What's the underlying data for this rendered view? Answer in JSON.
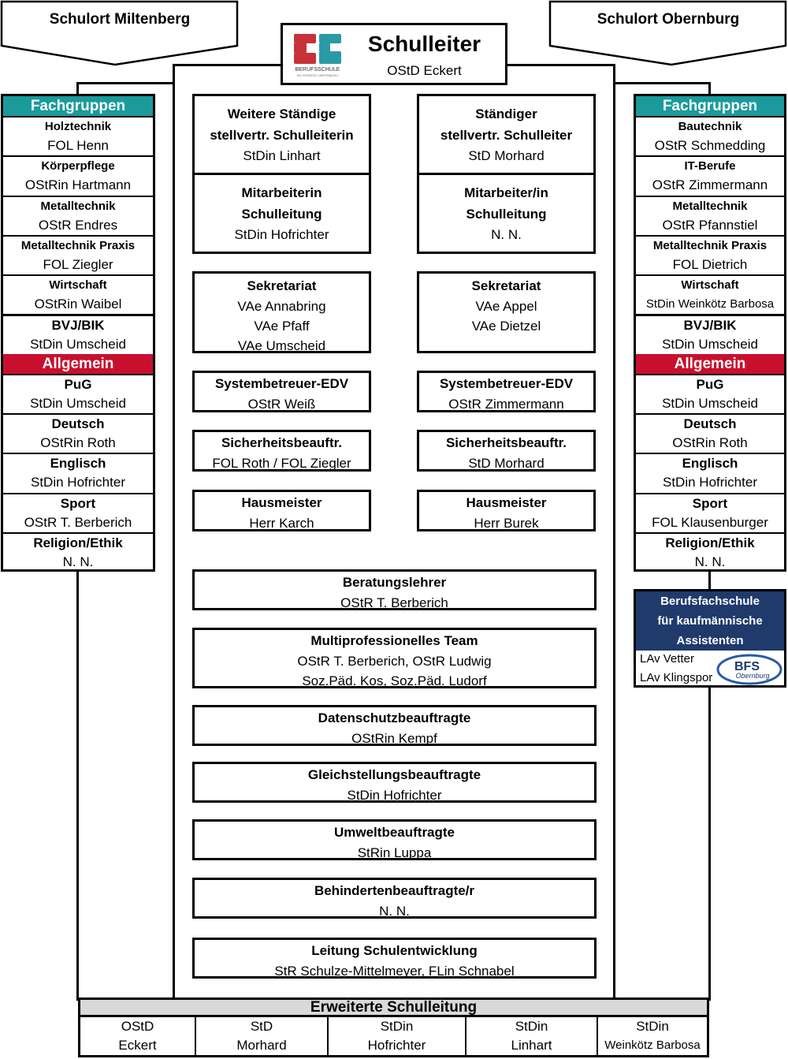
{
  "locations": {
    "left": "Schulort Miltenberg",
    "right": "Schulort Obernburg"
  },
  "head": {
    "title": "Schulleiter",
    "name": "OStD Eckert",
    "logo_alt": "Berufsschule Miltenberg-Obernburg"
  },
  "left_col": [
    {
      "title": "Weitere Ständige stellvertr.  Schulleiterin",
      "title1": "Weitere Ständige",
      "title2": "stellvertr.  Schulleiterin",
      "name": "StDin Linhart"
    },
    {
      "title1": "Mitarbeiterin",
      "title2": "Schulleitung",
      "name": "StDin Hofrichter"
    },
    {
      "title": "Sekretariat",
      "names": [
        "VAe Annabring",
        "VAe Pfaff",
        "VAe Umscheid"
      ]
    },
    {
      "title": "Systembetreuer-EDV",
      "name": "OStR Weiß"
    },
    {
      "title": "Sicherheitsbeauftr.",
      "name": "FOL Roth / FOL Ziegler"
    },
    {
      "title": "Hausmeister",
      "name": "Herr Karch"
    }
  ],
  "right_col": [
    {
      "title1": "Ständiger",
      "title2": "stellvertr. Schulleiter",
      "name": "StD Morhard"
    },
    {
      "title1": "Mitarbeiter/in",
      "title2": "Schulleitung",
      "name": "N. N."
    },
    {
      "title": "Sekretariat",
      "names": [
        "VAe Appel",
        "VAe Dietzel"
      ]
    },
    {
      "title": "Systembetreuer-EDV",
      "name": "OStR Zimmermann"
    },
    {
      "title": "Sicherheitsbeauftr.",
      "name": "StD Morhard"
    },
    {
      "title": "Hausmeister",
      "name": "Herr Burek"
    }
  ],
  "center": [
    {
      "title": "Beratungslehrer",
      "names": [
        "OStR T. Berberich"
      ]
    },
    {
      "title": "Multiprofessionelles Team",
      "names": [
        "OStR T. Berberich, OStR Ludwig",
        "Soz.Päd. Kos, Soz.Päd. Ludorf"
      ]
    },
    {
      "title": "Datenschutzbeauftragte",
      "names": [
        "OStRin Kempf"
      ]
    },
    {
      "title": "Gleichstellungsbeauftragte",
      "names": [
        "StDin Hofrichter"
      ]
    },
    {
      "title": "Umweltbeauftragte",
      "names": [
        "StRin Luppa"
      ]
    },
    {
      "title": "Behindertenbeauftragte/r",
      "names": [
        "N. N."
      ]
    },
    {
      "title": "Leitung Schulentwicklung",
      "names": [
        "StR Schulze-Mittelmeyer, FLin Schnabel"
      ]
    }
  ],
  "side_left": {
    "fach_header": "Fachgruppen",
    "fach": [
      {
        "t": "Holztechnik",
        "n": "FOL Henn"
      },
      {
        "t": "Körperpflege",
        "n": "OStRin Hartmann"
      },
      {
        "t": "Metalltechnik",
        "n": "OStR Endres"
      },
      {
        "t": "Metalltechnik Praxis",
        "n": "FOL Ziegler"
      },
      {
        "t": "Wirtschaft",
        "n": "OStRin Waibel"
      },
      {
        "t": "BVJ/BIK",
        "n": "StDin Umscheid"
      }
    ],
    "allg_header": "Allgemein",
    "allg": [
      {
        "t": "PuG",
        "n": "StDin Umscheid"
      },
      {
        "t": "Deutsch",
        "n": "OStRin Roth"
      },
      {
        "t": "Englisch",
        "n": "StDin Hofrichter"
      },
      {
        "t": "Sport",
        "n": "OStR T. Berberich"
      },
      {
        "t": "Religion/Ethik",
        "n": "N. N."
      }
    ]
  },
  "side_right": {
    "fach_header": "Fachgruppen",
    "fach": [
      {
        "t": "Bautechnik",
        "n": "OStR Schmedding"
      },
      {
        "t": "IT-Berufe",
        "n": "OStR Zimmermann"
      },
      {
        "t": "Metalltechnik",
        "n": "OStR Pfannstiel"
      },
      {
        "t": "Metalltechnik Praxis",
        "n": "FOL Dietrich"
      },
      {
        "t": "Wirtschaft",
        "n": "StDin Weinkötz Barbosa"
      },
      {
        "t": "BVJ/BIK",
        "n": "StDin Umscheid"
      }
    ],
    "allg_header": "Allgemein",
    "allg": [
      {
        "t": "PuG",
        "n": "StDin Umscheid"
      },
      {
        "t": "Deutsch",
        "n": "OStRin Roth"
      },
      {
        "t": "Englisch",
        "n": "StDin Hofrichter"
      },
      {
        "t": "Sport",
        "n": "FOL Klausenburger"
      },
      {
        "t": "Religion/Ethik",
        "n": "N. N."
      }
    ]
  },
  "bfs": {
    "lines": [
      "Berufsfachschule",
      "für kaufmännische",
      "Assistenten"
    ],
    "names": [
      "LAv Vetter",
      "LAv Klingspor"
    ],
    "logo_text": "BFS",
    "logo_sub": "Obernburg"
  },
  "erweiterte": {
    "title": "Erweiterte Schulleitung",
    "members": [
      [
        "OStD",
        "Eckert"
      ],
      [
        "StD",
        "Morhard"
      ],
      [
        "StDin",
        "Hofrichter"
      ],
      [
        "StDin",
        "Linhart"
      ],
      [
        "StDin",
        "Weinkötz Barbosa"
      ]
    ]
  },
  "colors": {
    "teal": "#1b9a9c",
    "red": "#c8102e",
    "navy": "#1f3a6b",
    "grey": "#d9d9d9"
  }
}
